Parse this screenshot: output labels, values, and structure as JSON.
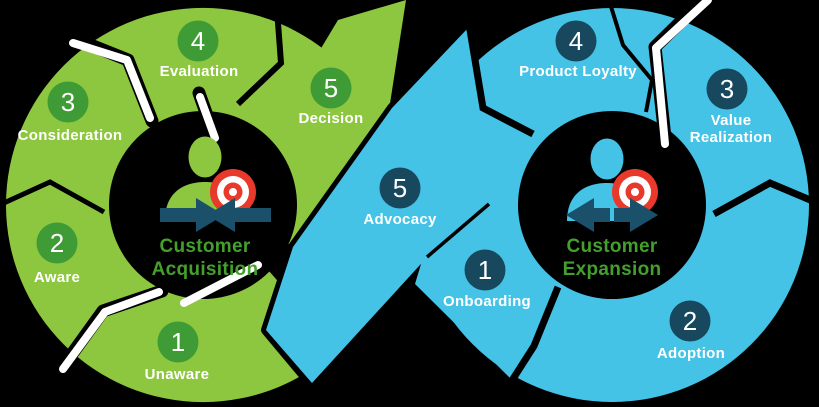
{
  "colors": {
    "background": "#000000",
    "acquisition_ring": "#8dc63f",
    "acquisition_badge": "#3e9b35",
    "expansion_ring": "#45c3e6",
    "expansion_badge": "#17485d",
    "center_text_green": "#44a02c",
    "arrow_navy": "#1b506b",
    "target_red": "#e8392b",
    "label_white": "#ffffff"
  },
  "loops": {
    "acquisition": {
      "center": {
        "line1": "Customer",
        "line2": "Acquisition"
      },
      "stages": [
        {
          "num": "1",
          "label": "Unaware"
        },
        {
          "num": "2",
          "label": "Aware"
        },
        {
          "num": "3",
          "label": "Consideration"
        },
        {
          "num": "4",
          "label": "Evaluation"
        },
        {
          "num": "5",
          "label": "Decision"
        }
      ]
    },
    "expansion": {
      "center": {
        "line1": "Customer",
        "line2": "Expansion"
      },
      "stages": [
        {
          "num": "1",
          "label": "Onboarding"
        },
        {
          "num": "2",
          "label": "Adoption"
        },
        {
          "num": "3",
          "label": "Value Realization",
          "line1": "Value",
          "line2": "Realization"
        },
        {
          "num": "4",
          "label": "Product Loyalty"
        },
        {
          "num": "5",
          "label": "Advocacy"
        }
      ]
    }
  },
  "icons": {
    "person": "person-icon",
    "target": "target-icon",
    "arrows_converging": "arrows-converging-icon",
    "arrows_diverging": "arrows-diverging-icon"
  }
}
